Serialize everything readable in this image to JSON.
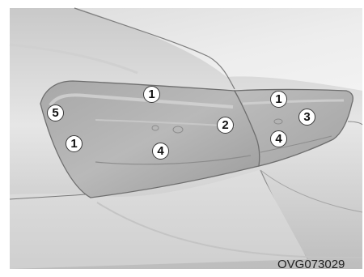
{
  "figure": {
    "callouts": {
      "c1": "1",
      "c2": "1",
      "c3": "1",
      "c4": "5",
      "c5": "2",
      "c6": "3",
      "c7": "4",
      "c8": "4"
    },
    "code": "OVG073029"
  }
}
